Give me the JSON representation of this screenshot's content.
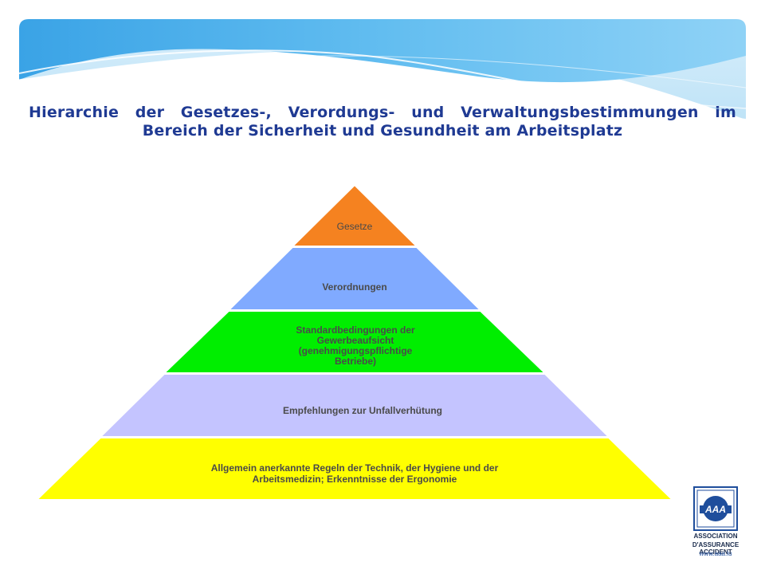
{
  "slide": {
    "title": "Hierarchie der Gesetzes-, Verordungs- und Verwaltungsbestimmungen im Bereich der Sicherheit und Gesundheit am Arbeitsplatz"
  },
  "pyramid": {
    "levels": [
      {
        "label": "Gesetze",
        "color": "#f58220"
      },
      {
        "label": "Verordnungen",
        "color": "#80aaff"
      },
      {
        "label": "Standardbedingungen der Gewerbeaufsicht (genehmigungspflichtige Betriebe)",
        "color": "#00ee00"
      },
      {
        "label": "Empfehlungen zur Unfallverhütung",
        "color": "#c4c4ff"
      },
      {
        "label": "Allgemein anerkannte Regeln der Technik, der Hygiene und der Arbeitsmedizin; Erkenntnisse der Ergonomie",
        "color": "#ffff00"
      }
    ]
  },
  "logo": {
    "mark": "AAA",
    "line1": "ASSOCIATION",
    "line2": "D'ASSURANCE ACCIDENT",
    "url": "www.aaa.lu",
    "color": "#1f4e9c"
  },
  "colors": {
    "banner_light": "#bfe3f7",
    "banner_mid": "#6cc0ef",
    "banner_dark": "#2a8fd8",
    "title": "#1f3a93"
  }
}
